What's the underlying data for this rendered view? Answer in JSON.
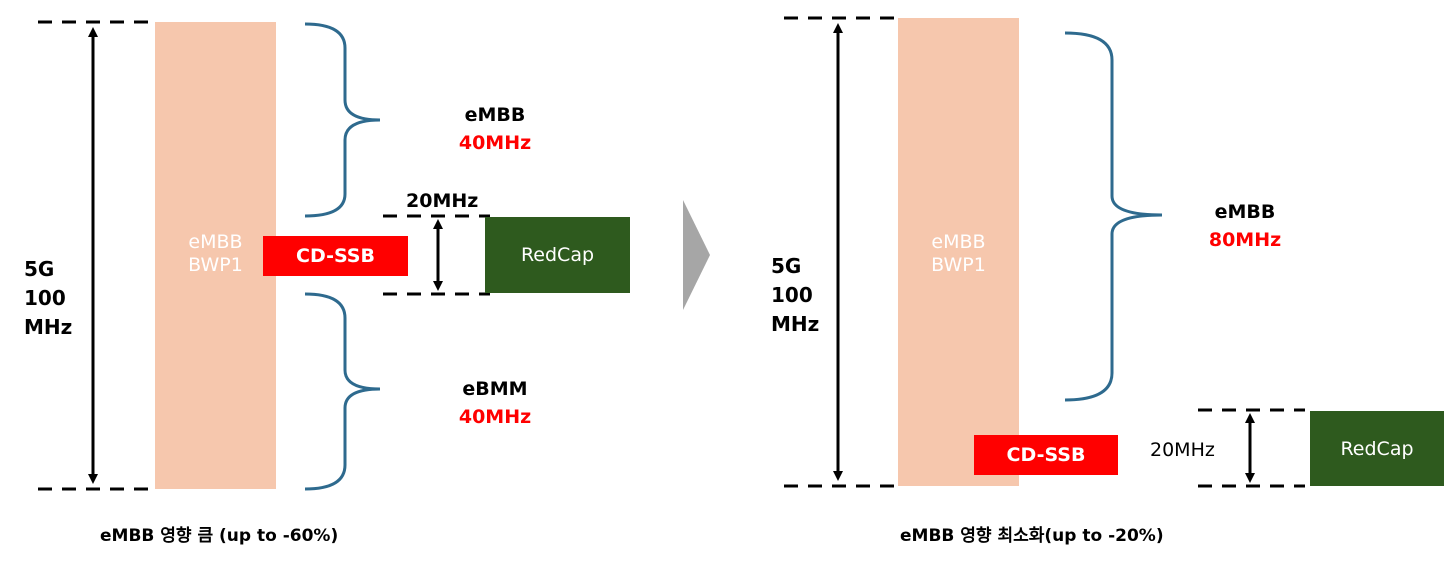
{
  "left": {
    "total_lines": [
      "5G",
      "100",
      "MHz"
    ],
    "bwp_lines": [
      "eMBB",
      "BWP1"
    ],
    "cd_ssb": "CD-SSB",
    "redcap": "RedCap",
    "redcap_bw": "20MHz",
    "upper_band": {
      "name": "eMBB",
      "bw": "40MHz"
    },
    "lower_band": {
      "name": "eBMM",
      "bw": "40MHz"
    },
    "caption": "eMBB 영향 큼 (up to -60%)"
  },
  "right": {
    "total_lines": [
      "5G",
      "100",
      "MHz"
    ],
    "bwp_lines": [
      "eMBB",
      "BWP1"
    ],
    "cd_ssb": "CD-SSB",
    "redcap": "RedCap",
    "redcap_bw": "20MHz",
    "band": {
      "name": "eMBB",
      "bw": "80MHz"
    },
    "caption": "eMBB 영향 최소화(up to -20%)"
  },
  "colors": {
    "bwp": "#f6c7ad",
    "cd_ssb": "#ff0000",
    "redcap": "#2e5a1e",
    "brace": "#2e6a8e",
    "arrow": "#a6a6a6",
    "highlight_text": "#ff0000"
  }
}
